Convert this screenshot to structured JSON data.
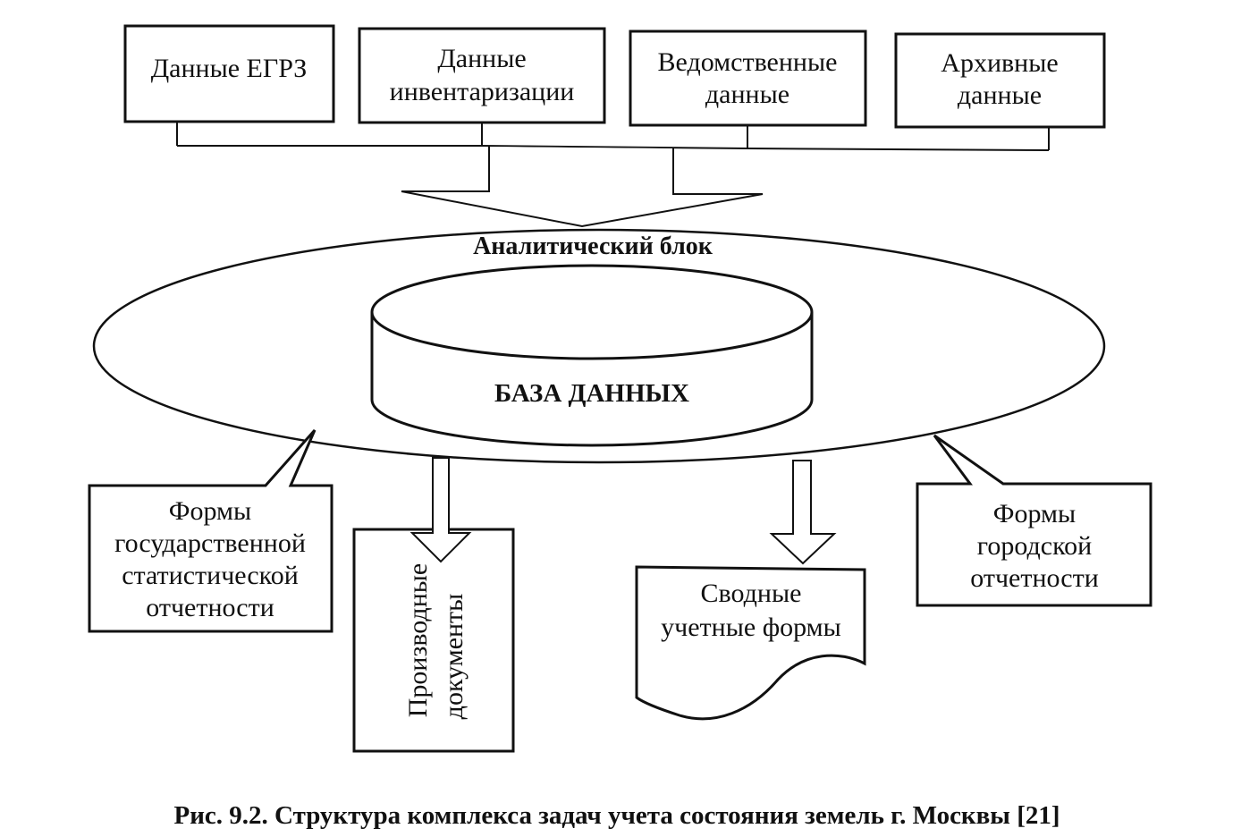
{
  "sources": [
    {
      "id": "egrz",
      "lines": [
        "Данные ЕГРЗ"
      ]
    },
    {
      "id": "inventory",
      "lines": [
        "Данные",
        "инвентаризации"
      ]
    },
    {
      "id": "departmental",
      "lines": [
        "Ведомственные",
        "данные"
      ]
    },
    {
      "id": "archive",
      "lines": [
        "Архивные",
        "данные"
      ]
    }
  ],
  "analytic_block": {
    "label": "Аналитический блок"
  },
  "database": {
    "label": "БАЗА ДАННЫХ"
  },
  "outputs": {
    "state_stat": {
      "lines": [
        "Формы",
        "государственной",
        "статистической",
        "отчетности"
      ]
    },
    "derived_docs": {
      "lines": [
        "Производные",
        "документы"
      ]
    },
    "summary_forms": {
      "lines": [
        "Сводные",
        "учетные формы"
      ]
    },
    "city_reports": {
      "lines": [
        "Формы",
        "городской",
        "отчетности"
      ]
    }
  },
  "caption": "Рис. 9.2. Структура комплекса задач учета состояния земель г. Москвы [21]",
  "colors": {
    "ink": "#111111",
    "paper": "#ffffff"
  }
}
